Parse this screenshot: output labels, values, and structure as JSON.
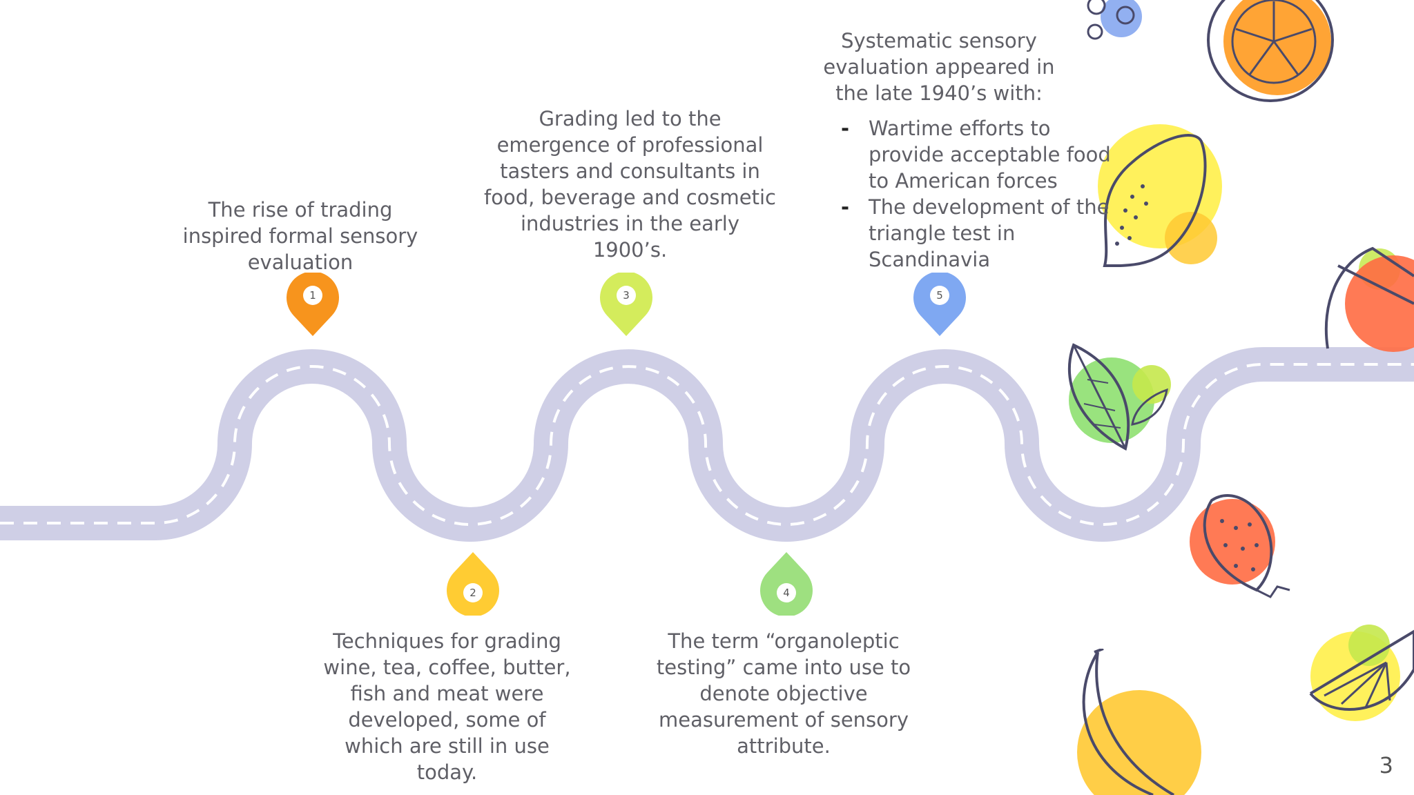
{
  "milestones": [
    {
      "number": "1",
      "text": "The rise of trading inspired formal sensory evaluation",
      "color": "#F7941D"
    },
    {
      "number": "2",
      "text": "Techniques for grading wine, tea, coffee, butter, fish and meat were developed, some of which are still in use today.",
      "color": "#FFCC33"
    },
    {
      "number": "3",
      "text": "Grading led to the emergence of professional tasters and consultants in food, beverage and cosmetic industries in the early 1900’s.",
      "color": "#D4EC5C"
    },
    {
      "number": "4",
      "text": "The term “organoleptic testing” came into use to denote objective measurement of sensory attribute.",
      "color": "#9EE080"
    },
    {
      "number": "5",
      "intro": "Systematic sensory evaluation appeared in the late 1940’s with:",
      "bullets": [
        "Wartime efforts to provide acceptable food to American forces",
        "The development of the triangle test in Scandinavia"
      ],
      "bullet_marker": "-",
      "color": "#7FA8F2"
    }
  ],
  "road": {
    "color": "#CFCFE6",
    "dash_color": "#FFFFFF"
  },
  "decorations": [
    "orange-icon",
    "blueberry-icon",
    "lemon-icon",
    "strawberry-icon",
    "leaf-icon",
    "banana-icon",
    "lime-icon"
  ],
  "page_number": "3"
}
